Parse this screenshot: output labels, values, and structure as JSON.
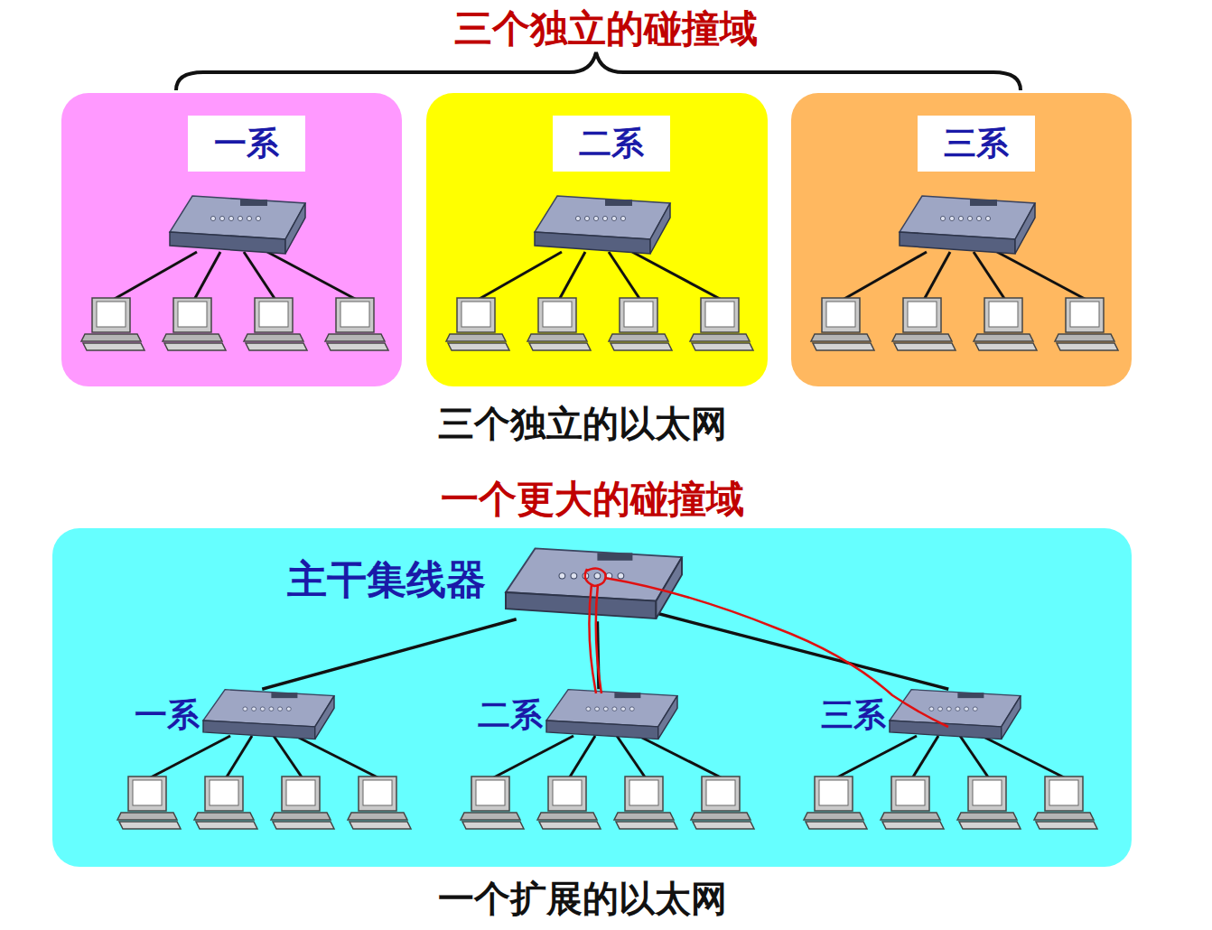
{
  "diagram": {
    "title": "三个独立的碰撞域",
    "caption": "一个扩展的以太网",
    "nodes": [
      {
        "text": [
          "一系"
        ]
      },
      {
        "text": [
          "二系"
        ]
      },
      {
        "text": [
          "三系"
        ]
      },
      {
        "text": [
          "一个更大的碰撞域"
        ]
      },
      {
        "text": [
          "主干集线器"
        ],
        "in": 3
      },
      {
        "text": [
          "一系"
        ],
        "in": 3
      },
      {
        "text": [
          "二系"
        ],
        "in": 3
      },
      {
        "text": [
          "三系"
        ],
        "in": 3
      }
    ],
    "edges": [
      {
        "from": 4,
        "to": 5,
        "arrow": "none"
      },
      {
        "from": 4,
        "to": 6,
        "arrow": "none"
      },
      {
        "from": 4,
        "to": 7,
        "arrow": "none"
      }
    ],
    "labels": [
      "三个独立的以太网"
    ]
  }
}
